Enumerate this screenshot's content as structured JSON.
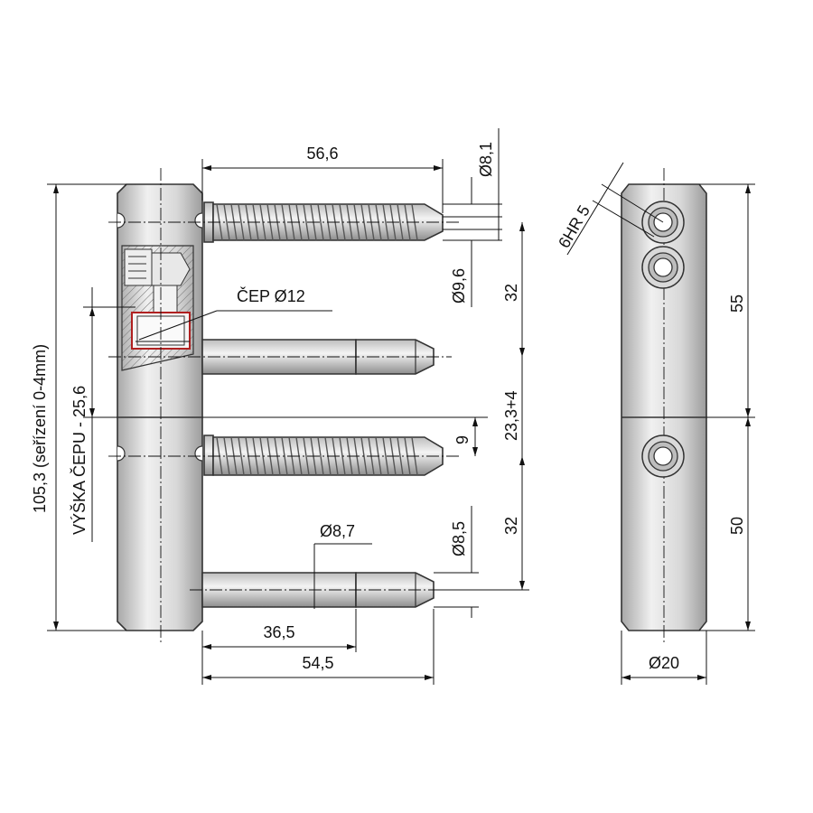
{
  "dimensions": {
    "screw_length": "56,6",
    "screw_dia_tip": "Ø8,1",
    "screw_dia_body": "Ø9,6",
    "spacing_upper": "32",
    "pin_label": "ČEP Ø12",
    "adjust_range": "23,3+4",
    "offset": "9",
    "spacing_lower": "32",
    "pin_step_dia": "Ø8,7",
    "pin_dia": "Ø8,5",
    "pin_step_len": "36,5",
    "pin_len": "54,5",
    "total_height": "105,3 (seřízení 0-4mm)",
    "pin_height": "VÝŠKA ČEPU - 25,6",
    "hex_key": "6HR 5",
    "side_upper": "55",
    "side_lower": "50",
    "side_dia": "Ø20"
  },
  "colors": {
    "metal_light": "#e4e4e4",
    "metal_dark": "#9a9a9a",
    "section_line": "#b02020"
  }
}
